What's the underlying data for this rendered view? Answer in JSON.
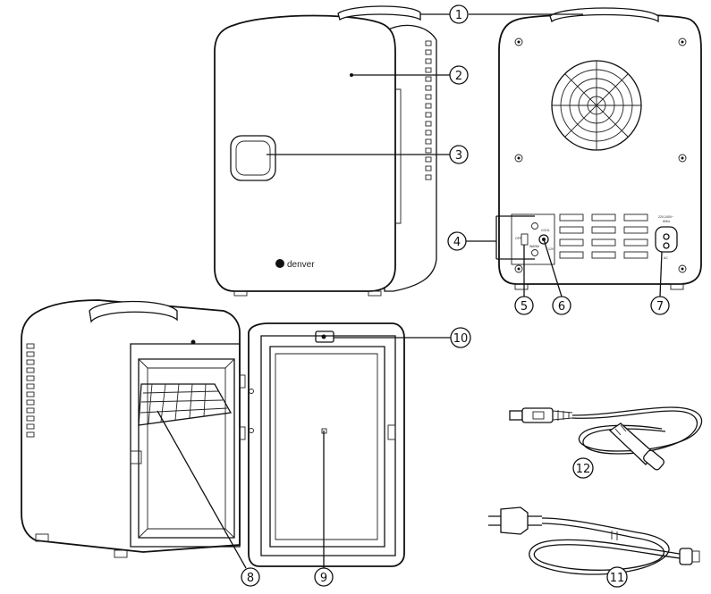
{
  "callouts": [
    {
      "number": "1",
      "target": "top-handle"
    },
    {
      "number": "2",
      "target": "housing"
    },
    {
      "number": "3",
      "target": "door-handle"
    },
    {
      "number": "4",
      "target": "indicator-lights"
    },
    {
      "number": "5",
      "target": "mode-switch"
    },
    {
      "number": "6",
      "target": "dc-socket"
    },
    {
      "number": "7",
      "target": "ac-socket"
    },
    {
      "number": "8",
      "target": "shelf"
    },
    {
      "number": "9",
      "target": "door"
    },
    {
      "number": "10",
      "target": "door-hinge"
    },
    {
      "number": "11",
      "target": "ac-power-cord"
    },
    {
      "number": "12",
      "target": "dc-car-cord"
    }
  ],
  "brand": {
    "name": "denver"
  },
  "back_panel_labels": {
    "cool": "COOL",
    "off": "OFF",
    "warm": "WARM",
    "v12": "12V",
    "v220_240": "220-240V~",
    "hz": "50Hz",
    "ac": "AC"
  }
}
